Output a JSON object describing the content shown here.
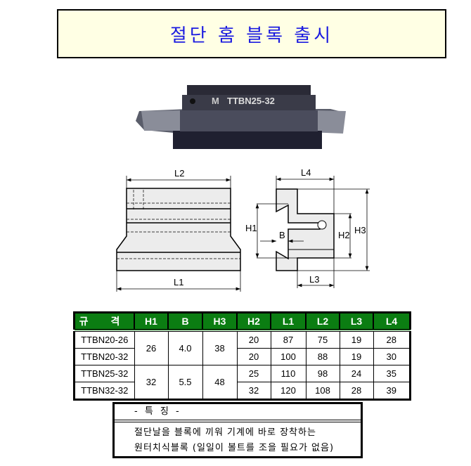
{
  "title": "절단 홈 블록 출시",
  "photo": {
    "label": "TTBN25-32"
  },
  "drawing": {
    "labels": {
      "L1": "L1",
      "L2": "L2",
      "L3": "L3",
      "L4": "L4",
      "H1": "H1",
      "H2": "H2",
      "H3": "H3",
      "B": "B"
    }
  },
  "table": {
    "headers": [
      "규 격",
      "H1",
      "B",
      "H3",
      "H2",
      "L1",
      "L2",
      "L3",
      "L4"
    ],
    "groups": [
      {
        "H1": "26",
        "B": "4.0",
        "H3": "38",
        "rows": [
          {
            "model": "TTBN20-26",
            "H2": "20",
            "L1": "87",
            "L2": "75",
            "L3": "19",
            "L4": "28"
          },
          {
            "model": "TTBN20-32",
            "H2": "20",
            "L1": "100",
            "L2": "88",
            "L3": "19",
            "L4": "30"
          }
        ]
      },
      {
        "H1": "32",
        "B": "5.5",
        "H3": "48",
        "rows": [
          {
            "model": "TTBN25-32",
            "H2": "25",
            "L1": "110",
            "L2": "98",
            "L3": "24",
            "L4": "35"
          },
          {
            "model": "TTBN32-32",
            "H2": "32",
            "L1": "120",
            "L2": "108",
            "L3": "28",
            "L4": "39"
          }
        ]
      }
    ]
  },
  "features": {
    "heading": "- 특 징 -",
    "lines": [
      "절단날을 블록에 끼워 기계에 바로 장착하는",
      "원터치식블록 (일일이 볼트를 조을 필요가 없음)"
    ]
  }
}
